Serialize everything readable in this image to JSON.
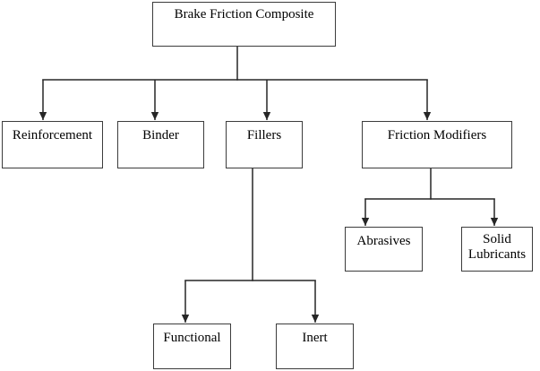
{
  "figure": {
    "type": "tree-diagram",
    "title": "Brake Friction Composite",
    "nodes": {
      "root": "Brake Friction Composite",
      "reinforcement": "Reinforcement",
      "binder": "Binder",
      "fillers": "Fillers",
      "friction_modifiers": "Friction Modifiers",
      "abrasives": "Abrasives",
      "solid_lubricants": "Solid Lubricants",
      "functional": "Functional",
      "inert": "Inert"
    },
    "edges": [
      {
        "from": "root",
        "to": "reinforcement"
      },
      {
        "from": "root",
        "to": "binder"
      },
      {
        "from": "root",
        "to": "fillers"
      },
      {
        "from": "root",
        "to": "friction_modifiers"
      },
      {
        "from": "fillers",
        "to": "functional"
      },
      {
        "from": "fillers",
        "to": "inert"
      },
      {
        "from": "friction_modifiers",
        "to": "abrasives"
      },
      {
        "from": "friction_modifiers",
        "to": "solid_lubricants"
      }
    ],
    "colors": {
      "background": "#ffffff",
      "box_border": "#3c3c3c",
      "connector": "#262626",
      "text": "#000000"
    }
  }
}
